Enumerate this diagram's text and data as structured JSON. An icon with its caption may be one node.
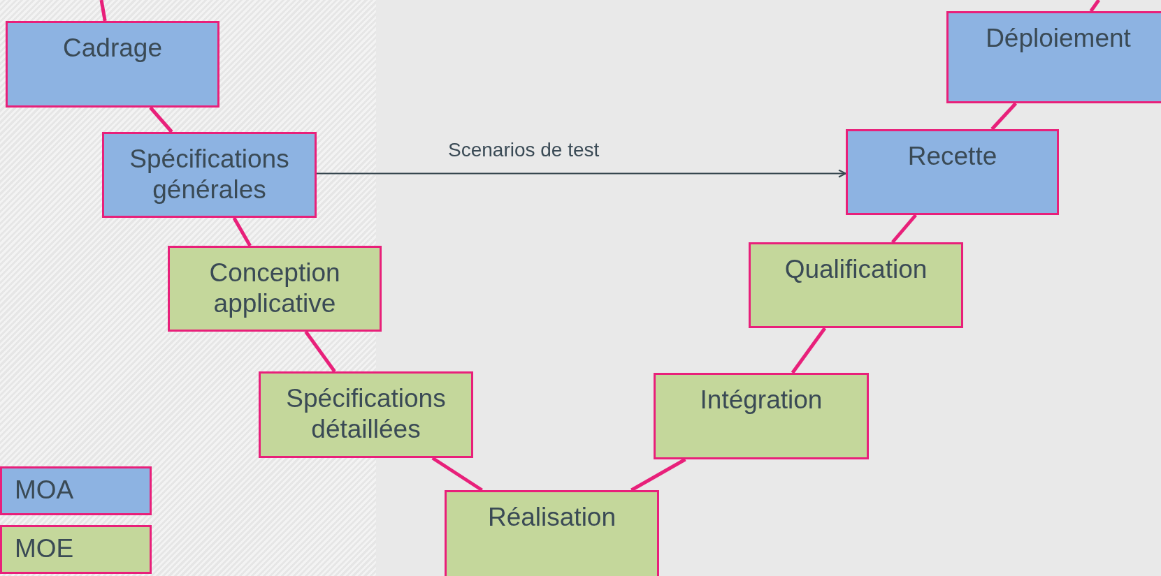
{
  "diagram": {
    "nodes": [
      {
        "text": [
          "Cadrage"
        ]
      },
      {
        "text": [
          "Spécifications générales"
        ]
      },
      {
        "text": [
          "Conception applicative"
        ]
      },
      {
        "text": [
          "Spécifications détaillées"
        ]
      },
      {
        "text": [
          "Réalisation"
        ]
      },
      {
        "text": [
          "Intégration"
        ]
      },
      {
        "text": [
          "Qualification"
        ]
      },
      {
        "text": [
          "Recette"
        ]
      },
      {
        "text": [
          "Déploiement"
        ]
      }
    ],
    "edges": [
      {
        "from": null,
        "to": 0,
        "arrow": "none"
      },
      {
        "from": 0,
        "to": 1,
        "arrow": "none"
      },
      {
        "from": 1,
        "to": 2,
        "arrow": "none"
      },
      {
        "from": 2,
        "to": 3,
        "arrow": "none"
      },
      {
        "from": 3,
        "to": 4,
        "arrow": "none"
      },
      {
        "from": 4,
        "to": 5,
        "arrow": "none"
      },
      {
        "from": 5,
        "to": 6,
        "arrow": "none"
      },
      {
        "from": 6,
        "to": 7,
        "arrow": "none"
      },
      {
        "from": 7,
        "to": 8,
        "arrow": "none"
      },
      {
        "from": 8,
        "to": null,
        "arrow": "none"
      },
      {
        "from": 1,
        "to": 7,
        "arrow": "to",
        "label": "Scenarios de test",
        "color": "#37474f"
      }
    ],
    "legend": [
      {
        "text": "MOA",
        "color": "#8db3e2"
      },
      {
        "text": "MOE",
        "color": "#c4d79b"
      }
    ]
  }
}
